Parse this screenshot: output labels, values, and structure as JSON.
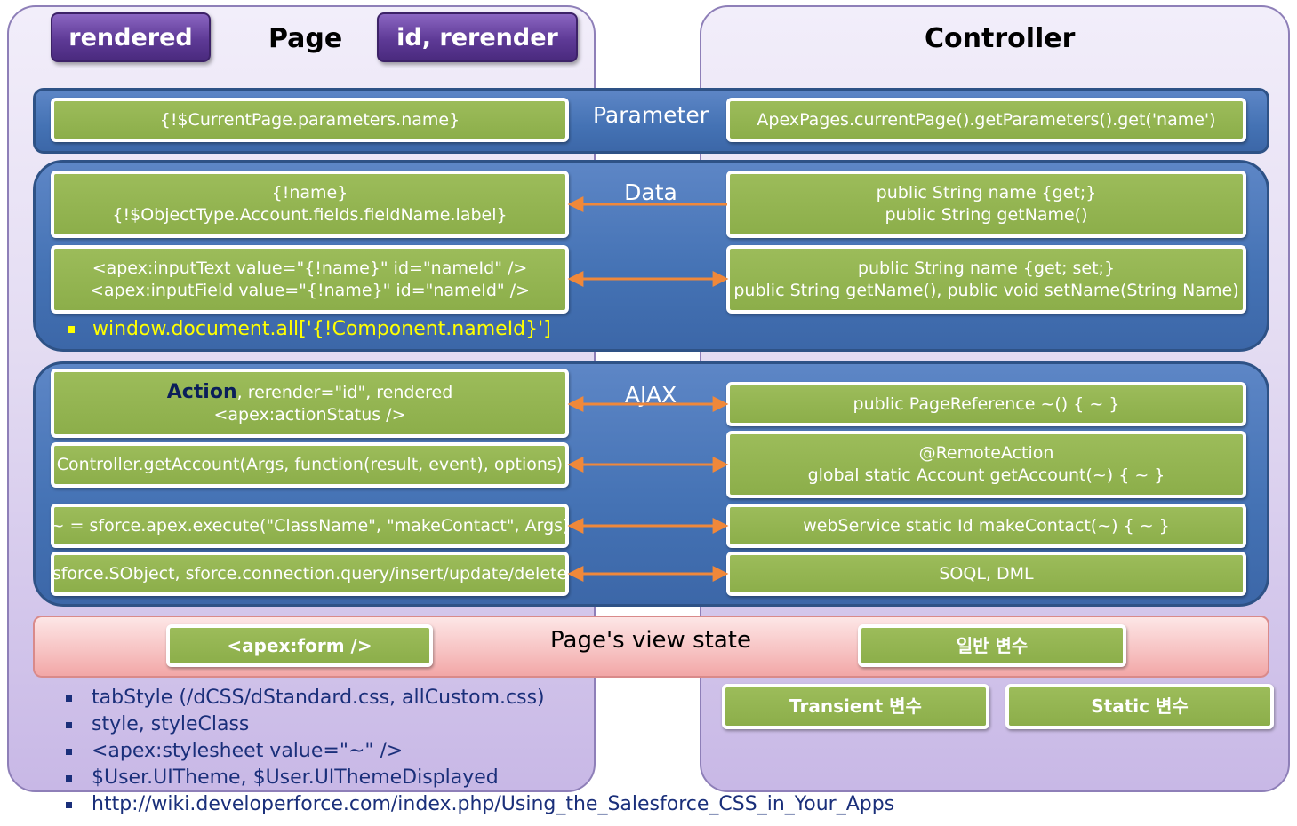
{
  "page_panel": {
    "title": "Page",
    "buttons": [
      "rendered",
      "id, rerender"
    ]
  },
  "controller_panel": {
    "title": "Controller"
  },
  "parameter": {
    "label": "Parameter",
    "page_box": "{!$CurrentPage.parameters.name}",
    "ctrl_box": "ApexPages.currentPage().getParameters().get('name')"
  },
  "data": {
    "label": "Data",
    "page_box1": [
      "{!name}",
      "{!$ObjectType.Account.fields.fieldName.label}"
    ],
    "ctrl_box1": [
      "public String name {get;}",
      "public String getName()"
    ],
    "page_box2": [
      "<apex:inputText value=\"{!name}\"  id=\"nameId\" />",
      "<apex:inputField value=\"{!name}\"  id=\"nameId\" />"
    ],
    "ctrl_box2": [
      "public String name {get; set;}",
      "public String getName(), public void setName(String Name)"
    ],
    "bullet": "window.document.all['{!Component.nameId}']"
  },
  "ajax": {
    "label": "AJAX",
    "page_box1_action": "Action",
    "page_box1_rest": ", rerender=\"id\", rendered",
    "page_box1_line2": "<apex:actionStatus />",
    "ctrl_box1": "public PageReference ~() { ~ }",
    "page_box2": "Controller.getAccount(Args, function(result, event), options)",
    "ctrl_box2": [
      "@RemoteAction",
      "global static Account getAccount(~) { ~ }"
    ],
    "page_box3": "~ = sforce.apex.execute(\"ClassName\", \"makeContact\", Args)",
    "ctrl_box3": "webService static Id makeContact(~) { ~ }",
    "page_box4": "sforce.SObject, sforce.connection.query/insert/update/delete",
    "ctrl_box4": "SOQL, DML"
  },
  "view_state": {
    "label": "Page's view state",
    "page_box": "<apex:form />",
    "ctrl_box": "일반 변수"
  },
  "controller_vars": [
    "Transient 변수",
    "Static 변수"
  ],
  "page_list": [
    "tabStyle (/dCSS/dStandard.css, allCustom.css)",
    "style, styleClass",
    "<apex:stylesheet value=\"~\" />",
    "$User.UITheme, $User.UIThemeDisplayed",
    "http://wiki.developerforce.com/index.php/Using_the_Salesforce_CSS_in_Your_Apps"
  ],
  "colors": {
    "arrow": "#f0883a",
    "green": "#8cae4a",
    "band_blue": "#4472b4",
    "purple": "#5e3a96"
  }
}
